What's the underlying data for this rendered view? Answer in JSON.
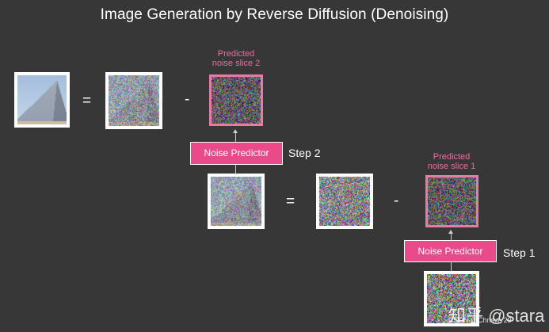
{
  "title": "Image Generation by Reverse Diffusion (Denoising)",
  "operators": {
    "equals": "=",
    "minus": "-"
  },
  "row1": {
    "predicted_label_line1": "Predicted",
    "predicted_label_line2": "noise slice 2",
    "predictor_label": "Noise Predictor",
    "step_label": "Step 2"
  },
  "row2": {
    "predicted_label_line1": "Predicted",
    "predicted_label_line2": "noise slice 1",
    "predictor_label": "Noise Predictor",
    "step_label": "Step 1"
  },
  "watermark": {
    "site_text": "知乎 @stara",
    "small_text": "CSDN @Chrisw√29"
  },
  "colors": {
    "background": "#373737",
    "accent_pink": "#ea4a8a",
    "label_pink": "#ec6ba1",
    "frame_white": "#ffffff"
  }
}
